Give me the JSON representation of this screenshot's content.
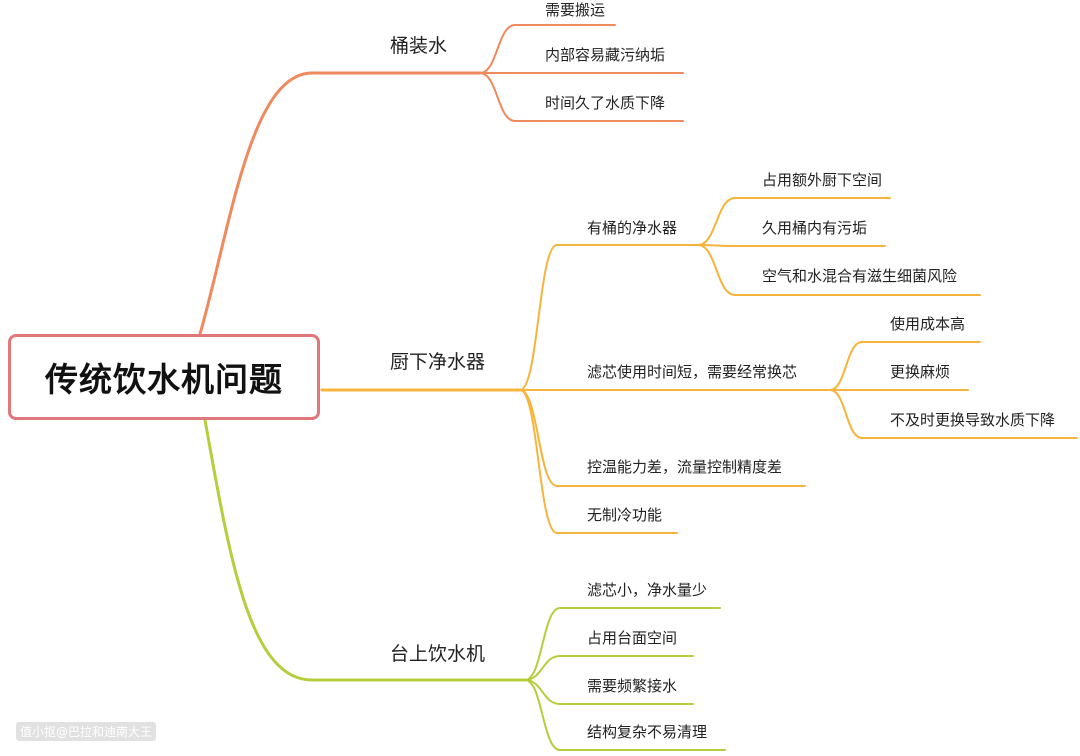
{
  "root": {
    "title": "传统饮水机问题"
  },
  "colors": {
    "branch1": "#ee8a5e",
    "branch2": "#f6b43c",
    "branch3": "#b7cd3b",
    "root_border": "#e0787b"
  },
  "branches": [
    {
      "label": "桶装水",
      "children": [
        {
          "label": "需要搬运"
        },
        {
          "label": "内部容易藏污纳垢"
        },
        {
          "label": "时间久了水质下降"
        }
      ]
    },
    {
      "label": "厨下净水器",
      "children": [
        {
          "label": "有桶的净水器",
          "children": [
            {
              "label": "占用额外厨下空间"
            },
            {
              "label": "久用桶内有污垢"
            },
            {
              "label": "空气和水混合有滋生细菌风险"
            }
          ]
        },
        {
          "label": "滤芯使用时间短，需要经常换芯",
          "children": [
            {
              "label": "使用成本高"
            },
            {
              "label": "更换麻烦"
            },
            {
              "label": "不及时更换导致水质下降"
            }
          ]
        },
        {
          "label": "控温能力差，流量控制精度差"
        },
        {
          "label": "无制冷功能"
        }
      ]
    },
    {
      "label": "台上饮水机",
      "children": [
        {
          "label": "滤芯小，净水量少"
        },
        {
          "label": "占用台面空间"
        },
        {
          "label": "需要频繁接水"
        },
        {
          "label": "结构复杂不易清理"
        }
      ]
    }
  ],
  "watermark": "值小抠@巴拉和迪南大王"
}
